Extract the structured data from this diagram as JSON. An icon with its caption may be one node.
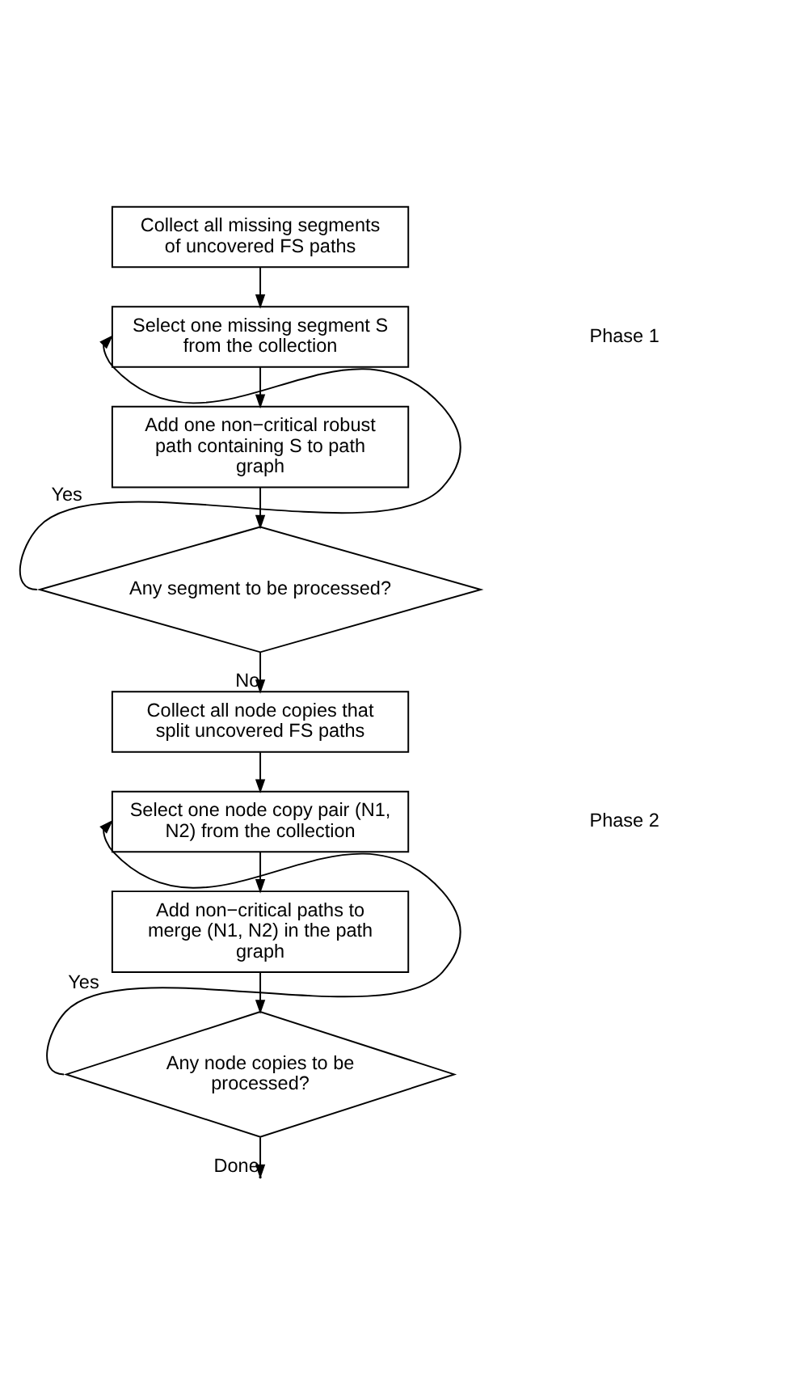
{
  "diagram": {
    "nodes": [
      {
        "text": [
          "Collect all missing segments of uncovered FS paths"
        ]
      },
      {
        "text": [
          "Select one missing segment S from the collection"
        ]
      },
      {
        "text": [
          "Add one non−critical robust path containing S to path graph"
        ]
      },
      {
        "text": [
          "Any segment to be processed?"
        ]
      },
      {
        "text": [
          "Collect all node copies that split uncovered FS paths"
        ]
      },
      {
        "text": [
          "Select one node copy pair (N1, N2) from the collection"
        ]
      },
      {
        "text": [
          "Add non−critical paths to merge (N1, N2) in the path graph"
        ]
      },
      {
        "text": [
          "Any node copies to be processed?"
        ]
      }
    ],
    "edges": [
      {
        "from": 0,
        "to": 1,
        "arrow": "to"
      },
      {
        "from": 1,
        "to": 2,
        "arrow": "to"
      },
      {
        "from": 2,
        "to": 3,
        "arrow": "to"
      },
      {
        "from": 3,
        "to": 1,
        "arrow": "to",
        "label": "Yes"
      },
      {
        "from": 3,
        "to": 4,
        "arrow": "to",
        "label": "No"
      },
      {
        "from": 4,
        "to": 5,
        "arrow": "to"
      },
      {
        "from": 5,
        "to": 6,
        "arrow": "to"
      },
      {
        "from": 6,
        "to": 7,
        "arrow": "to"
      },
      {
        "from": 7,
        "to": 5,
        "arrow": "to",
        "label": "Yes"
      },
      {
        "from": 7,
        "to": null,
        "arrow": "to",
        "label": "Done"
      }
    ],
    "labels": [
      "Phase 1",
      "Phase 2"
    ]
  }
}
